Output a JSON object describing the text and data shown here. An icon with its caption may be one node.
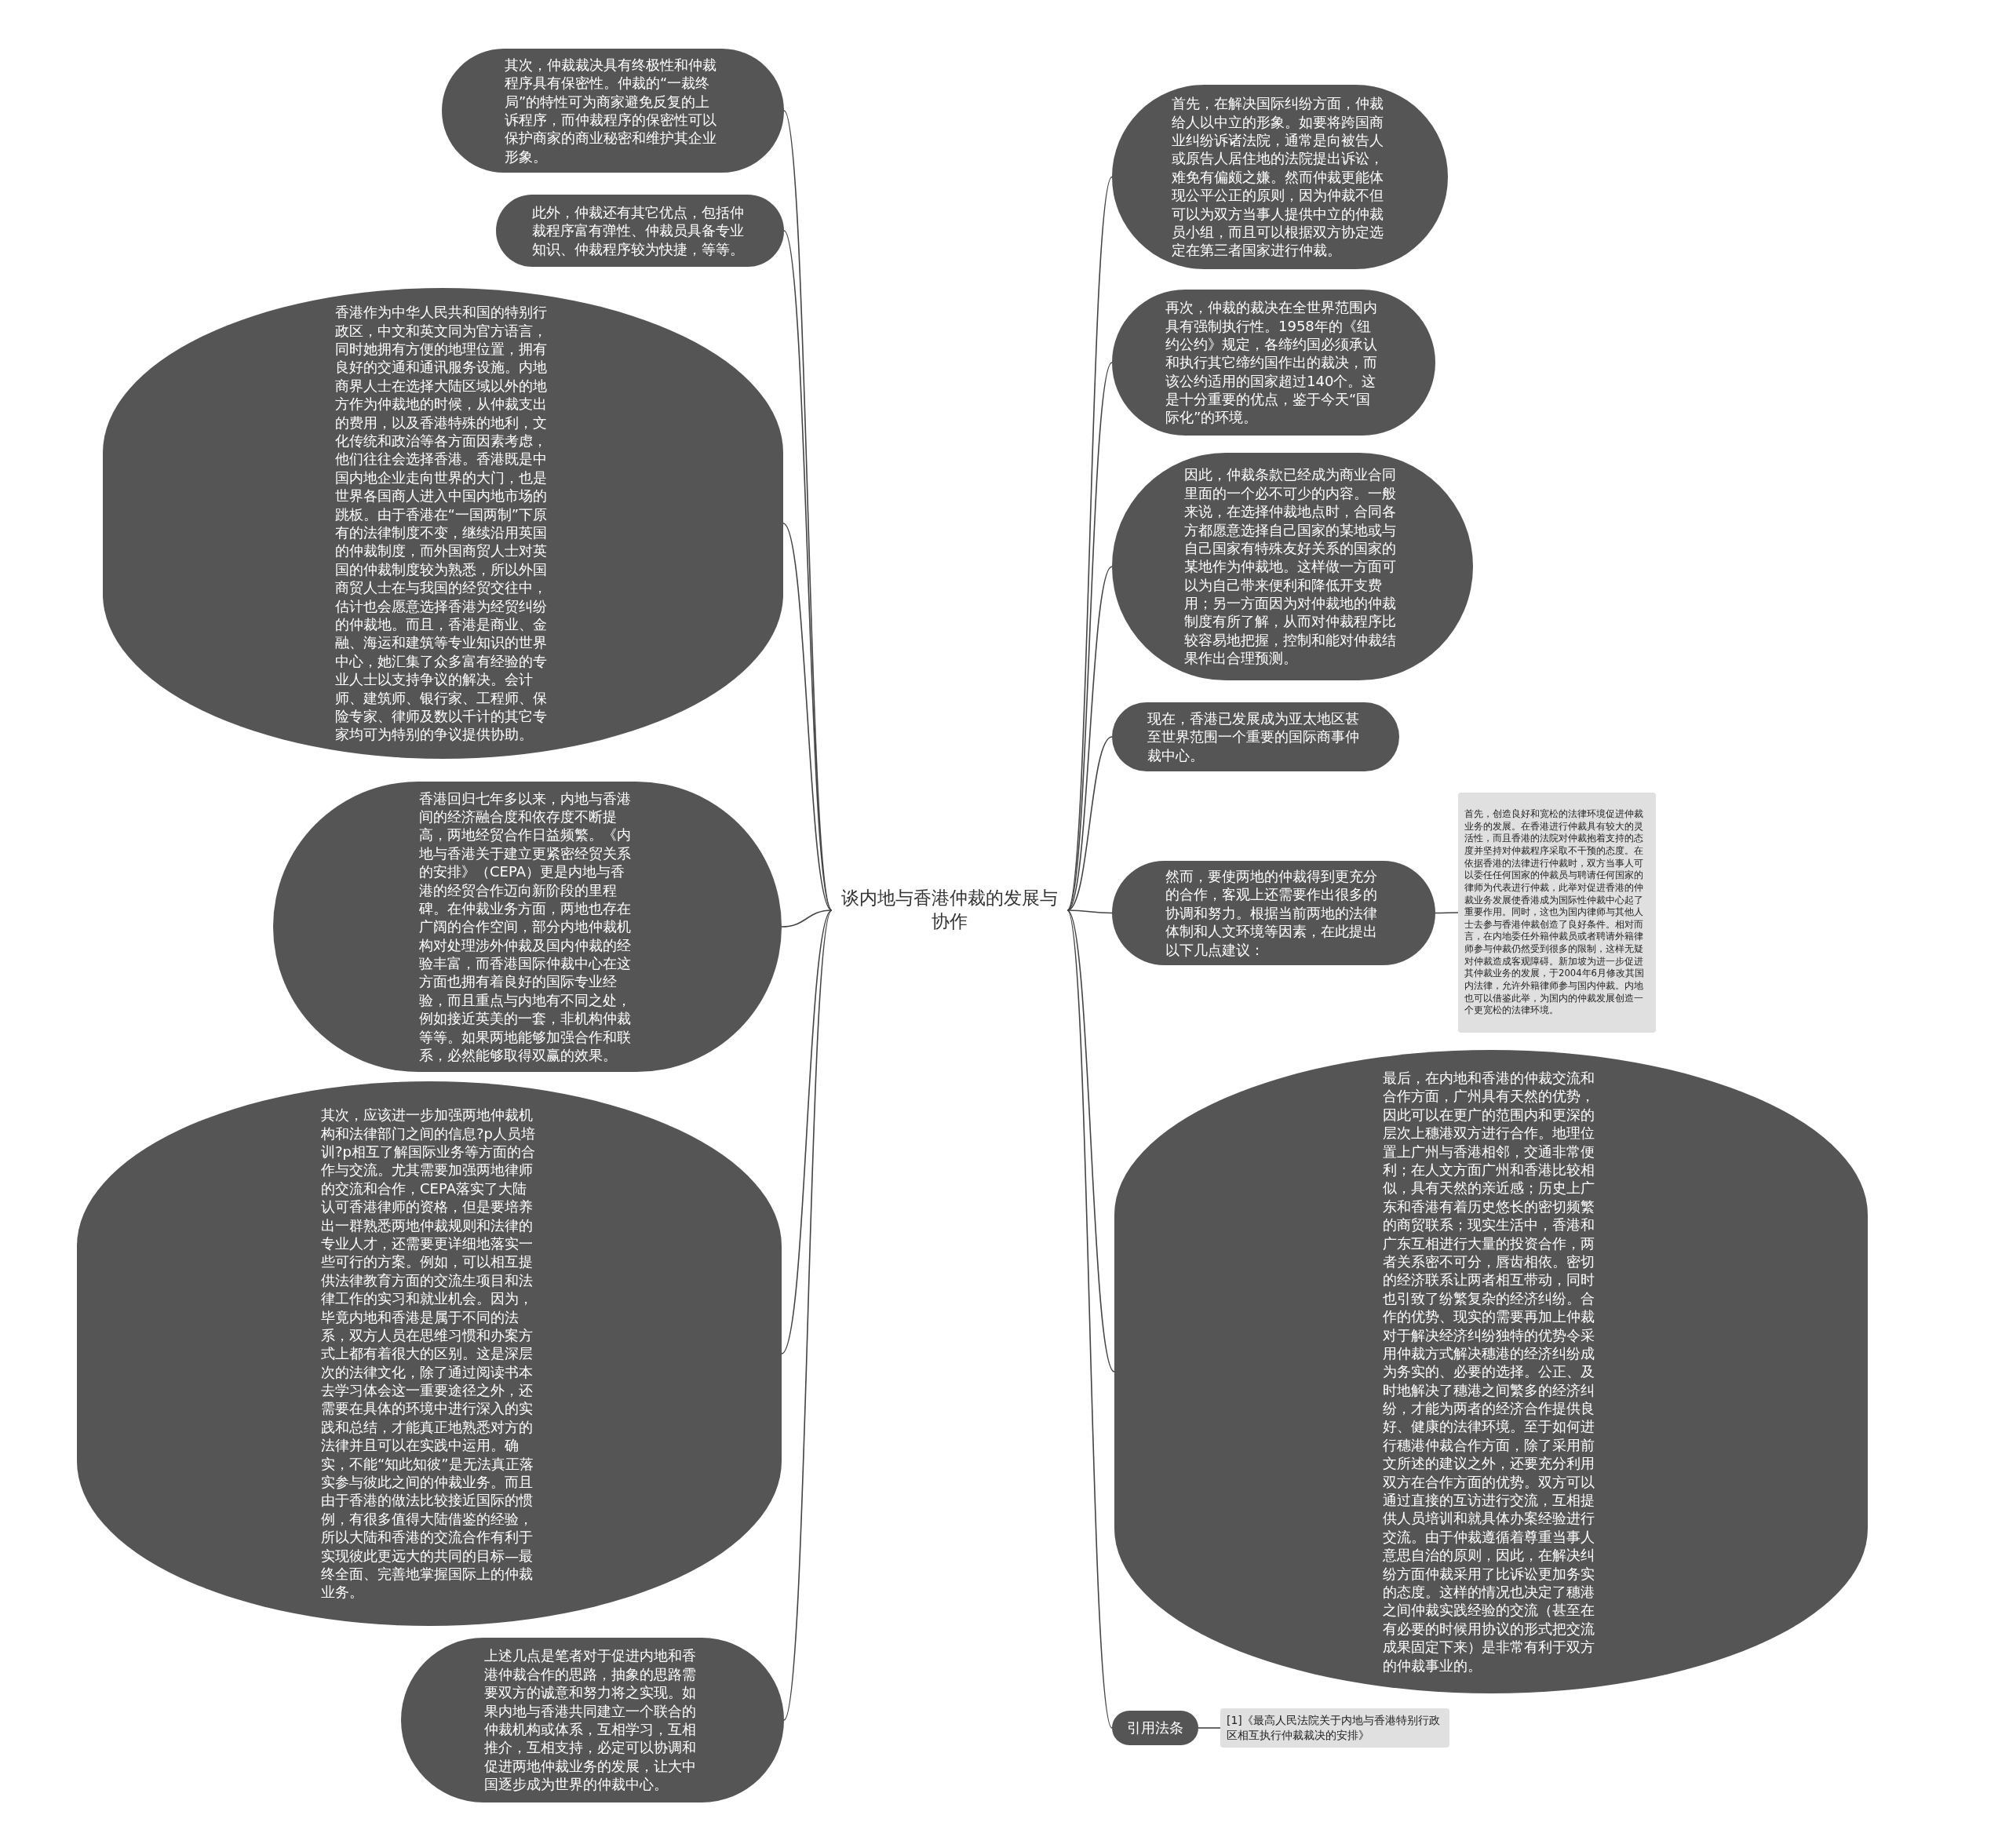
{
  "diagram": {
    "nodes": [
      {
        "text": [
          "谈内地与香港仲裁的发展与协作"
        ]
      },
      {
        "text": [
          "其次，仲裁裁决具有终极性和仲裁程序具有保密性。仲裁的“一裁终局”的特性可为商家避免反复的上诉程序，而仲裁程序的保密性可以保护商家的商业秘密和维护其企业形象。"
        ]
      },
      {
        "text": [
          "此外，仲裁还有其它优点，包括仲裁程序富有弹性、仲裁员具备专业知识、仲裁程序较为快捷，等等。"
        ]
      },
      {
        "text": [
          "香港作为中华人民共和国的特别行政区，中文和英文同为官方语言，同时她拥有方便的地理位置，拥有良好的交通和通讯服务设施。内地商界人士在选择大陆区域以外的地方作为仲裁地的时候，从仲裁支出的费用，以及香港特殊的地利，文化传统和政治等各方面因素考虑，他们往往会选择香港。香港既是中国内地企业走向世界的大门，也是世界各国商人进入中国内地市场的跳板。由于香港在“一国两制”下原有的法律制度不变，继续沿用英国的仲裁制度，而外国商贸人士对英国的仲裁制度较为熟悉，所以外国商贸人士在与我国的经贸交往中，估计也会愿意选择香港为经贸纠纷的仲裁地。而且，香港是商业、金融、海运和建筑等专业知识的世界中心，她汇集了众多富有经验的专业人士以支持争议的解决。会计师、建筑师、银行家、工程师、保险专家、律师及数以千计的其它专家均可为特别的争议提供协助。"
        ]
      },
      {
        "text": [
          "香港回归七年多以来，内地与香港间的经济融合度和依存度不断提高，两地经贸合作日益频繁。《内地与香港关于建立更紧密经贸关系的安排》（CEPA）更是内地与香港的经贸合作迈向新阶段的里程碑。在仲裁业务方面，两地也存在广阔的合作空间，部分内地仲裁机构对处理涉外仲裁及国内仲裁的经验丰富，而香港国际仲裁中心在这方面也拥有着良好的国际专业经验，而且重点与内地有不同之处，例如接近英美的一套，非机构仲裁等等。如果两地能够加强合作和联系，必然能够取得双赢的效果。"
        ]
      },
      {
        "text": [
          "其次，应该进一步加强两地仲裁机构和法律部门之间的信息?p人员培训?p相互了解国际业务等方面的合作与交流。尤其需要加强两地律师的交流和合作，CEPA落实了大陆认可香港律师的资格，但是要培养出一群熟悉两地仲裁规则和法律的专业人才，还需要更详细地落实一些可行的方案。例如，可以相互提供法律教育方面的交流生项目和法律工作的实习和就业机会。因为，毕竟内地和香港是属于不同的法系，双方人员在思维习惯和办案方式上都有着很大的区别。这是深层次的法律文化，除了通过阅读书本去学习体会这一重要途径之外，还需要在具体的环境中进行深入的实践和总结，才能真正地熟悉对方的法律并且可以在实践中运用。确实，不能“知此知彼”是无法真正落实参与彼此之间的仲裁业务。而且由于香港的做法比较接近国际的惯例，有很多值得大陆借鉴的经验，所以大陆和香港的交流合作有利于实现彼此更远大的共同的目标—最终全面、完善地掌握国际上的仲裁业务。"
        ]
      },
      {
        "text": [
          "上述几点是笔者对于促进内地和香港仲裁合作的思路，抽象的思路需要双方的诚意和努力将之实现。如果内地与香港共同建立一个联合的仲裁机构或体系，互相学习，互相推介，互相支持，必定可以协调和促进两地仲裁业务的发展，让大中国逐步成为世界的仲裁中心。"
        ]
      },
      {
        "text": [
          "首先，在解决国际纠纷方面，仲裁给人以中立的形象。如要将跨国商业纠纷诉诸法院，通常是向被告人或原告人居住地的法院提出诉讼，难免有偏颇之嫌。然而仲裁更能体现公平公正的原则，因为仲裁不但可以为双方当事人提供中立的仲裁员小组，而且可以根据双方协定选定在第三者国家进行仲裁。"
        ]
      },
      {
        "text": [
          "再次，仲裁的裁决在全世界范围内具有强制执行性。1958年的《纽约公约》规定，各缔约国必须承认和执行其它缔约国作出的裁决，而该公约适用的国家超过140个。这是十分重要的优点，鉴于今天“国际化”的环境。"
        ]
      },
      {
        "text": [
          "因此，仲裁条款已经成为商业合同里面的一个必不可少的内容。一般来说，在选择仲裁地点时，合同各方都愿意选择自己国家的某地或与自己国家有特殊友好关系的国家的某地作为仲裁地。这样做一方面可以为自己带来便利和降低开支费用；另一方面因为对仲裁地的仲裁制度有所了解，从而对仲裁程序比较容易地把握，控制和能对仲裁结果作出合理预测。"
        ]
      },
      {
        "text": [
          "现在，香港已发展成为亚太地区甚至世界范围一个重要的国际商事仲裁中心。"
        ]
      },
      {
        "text": [
          "然而，要使两地的仲裁得到更充分的合作，客观上还需要作出很多的协调和努力。根据当前两地的法律体制和人文环境等因素，在此提出以下几点建议："
        ]
      },
      {
        "text": [
          "首先，创造良好和宽松的法律环境促进仲裁业务的发展。在香港进行仲裁具有较大的灵活性，而且香港的法院对仲裁抱着支持的态度并坚持对仲裁程序采取不干预的态度。在依据香港的法律进行仲裁时，双方当事人可以委任任何国家的仲裁员与聘请任何国家的律师为代表进行仲裁，此举对促进香港的仲裁业务发展使香港成为国际性仲裁中心起了重要作用。同时，这也为国内律师与其他人士去参与香港仲裁创造了良好条件。相对而言，在内地委任外籍仲裁员或者聘请外籍律师参与仲裁仍然受到很多的限制，这样无疑对仲裁造成客观障碍。新加坡为进一步促进其仲裁业务的发展，于2004年6月修改其国内法律，允许外籍律师参与国内仲裁。内地也可以借鉴此举，为国内的仲裁发展创造一个更宽松的法律环境。"
        ]
      },
      {
        "text": [
          "最后，在内地和香港的仲裁交流和合作方面，广州具有天然的优势，因此可以在更广的范围内和更深的层次上穗港双方进行合作。地理位置上广州与香港相邻，交通非常便利；在人文方面广州和香港比较相似，具有天然的亲近感；历史上广东和香港有着历史悠长的密切频繁的商贸联系；现实生活中，香港和广东互相进行大量的投资合作，两者关系密不可分，唇齿相依。密切的经济联系让两者相互带动，同时也引致了纷繁复杂的经济纠纷。合作的优势、现实的需要再加上仲裁对于解决经济纠纷独特的优势令采用仲裁方式解决穗港的经济纠纷成为务实的、必要的选择。公正、及时地解决了穗港之间繁多的经济纠纷，才能为两者的经济合作提供良好、健康的法律环境。至于如何进行穗港仲裁合作方面，除了采用前文所述的建议之外，还要充分利用双方在合作方面的优势。双方可以通过直接的互访进行交流，互相提供人员培训和就具体办案经验进行交流。由于仲裁遵循着尊重当事人意思自治的原则，因此，在解决纠纷方面仲裁采用了比诉讼更加务实的态度。这样的情况也决定了穗港之间仲裁实践经验的交流（甚至在有必要的时候用协议的形式把交流成果固定下来）是非常有利于双方的仲裁事业的。"
        ]
      },
      {
        "text": [
          "引用法条"
        ]
      },
      {
        "text": [
          "[1]《最高人民法院关于内地与香港特别行政区相互执行仲裁裁决的安排》"
        ]
      }
    ],
    "edges": [
      {
        "from": 0,
        "to": 1,
        "arrow": "none"
      },
      {
        "from": 0,
        "to": 2,
        "arrow": "none"
      },
      {
        "from": 0,
        "to": 3,
        "arrow": "none"
      },
      {
        "from": 0,
        "to": 4,
        "arrow": "none"
      },
      {
        "from": 0,
        "to": 5,
        "arrow": "none"
      },
      {
        "from": 0,
        "to": 6,
        "arrow": "none"
      },
      {
        "from": 0,
        "to": 7,
        "arrow": "none"
      },
      {
        "from": 0,
        "to": 8,
        "arrow": "none"
      },
      {
        "from": 0,
        "to": 9,
        "arrow": "none"
      },
      {
        "from": 0,
        "to": 10,
        "arrow": "none"
      },
      {
        "from": 0,
        "to": 11,
        "arrow": "none"
      },
      {
        "from": 11,
        "to": 12,
        "arrow": "none"
      },
      {
        "from": 0,
        "to": 13,
        "arrow": "none"
      },
      {
        "from": 0,
        "to": 14,
        "arrow": "none"
      },
      {
        "from": 14,
        "to": 15,
        "arrow": "none"
      }
    ]
  }
}
